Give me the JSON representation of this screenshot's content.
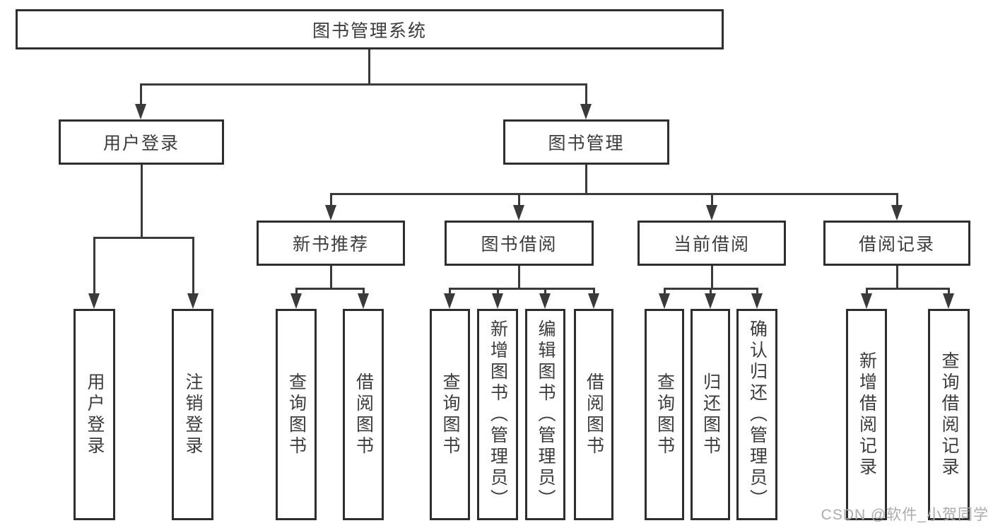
{
  "diagram": {
    "tree": {
      "label": "图书管理系统",
      "children": [
        {
          "label": "用户登录",
          "children": [
            {
              "label": "用户登录"
            },
            {
              "label": "注销登录"
            }
          ]
        },
        {
          "label": "图书管理",
          "children": [
            {
              "label": "新书推荐",
              "children": [
                {
                  "label": "查询图书"
                },
                {
                  "label": "借阅图书"
                }
              ]
            },
            {
              "label": "图书借阅",
              "children": [
                {
                  "label": "查询图书"
                },
                {
                  "label": "新增图书（管理员）"
                },
                {
                  "label": "编辑图书（管理员）"
                },
                {
                  "label": "借阅图书"
                }
              ]
            },
            {
              "label": "当前借阅",
              "children": [
                {
                  "label": "查询图书"
                },
                {
                  "label": "归还图书"
                },
                {
                  "label": "确认归还（管理员）"
                }
              ]
            },
            {
              "label": "借阅记录",
              "children": [
                {
                  "label": "新增借阅记录"
                },
                {
                  "label": "查询借阅记录"
                }
              ]
            }
          ]
        }
      ]
    },
    "colors": {
      "line": "#3a3a3a",
      "box_border": "#2e2e2e",
      "text": "#3c3c3c",
      "background": "#ffffff",
      "watermark": "#ababab"
    }
  },
  "watermark": {
    "text": "CSDN @软件_小贺同学"
  }
}
